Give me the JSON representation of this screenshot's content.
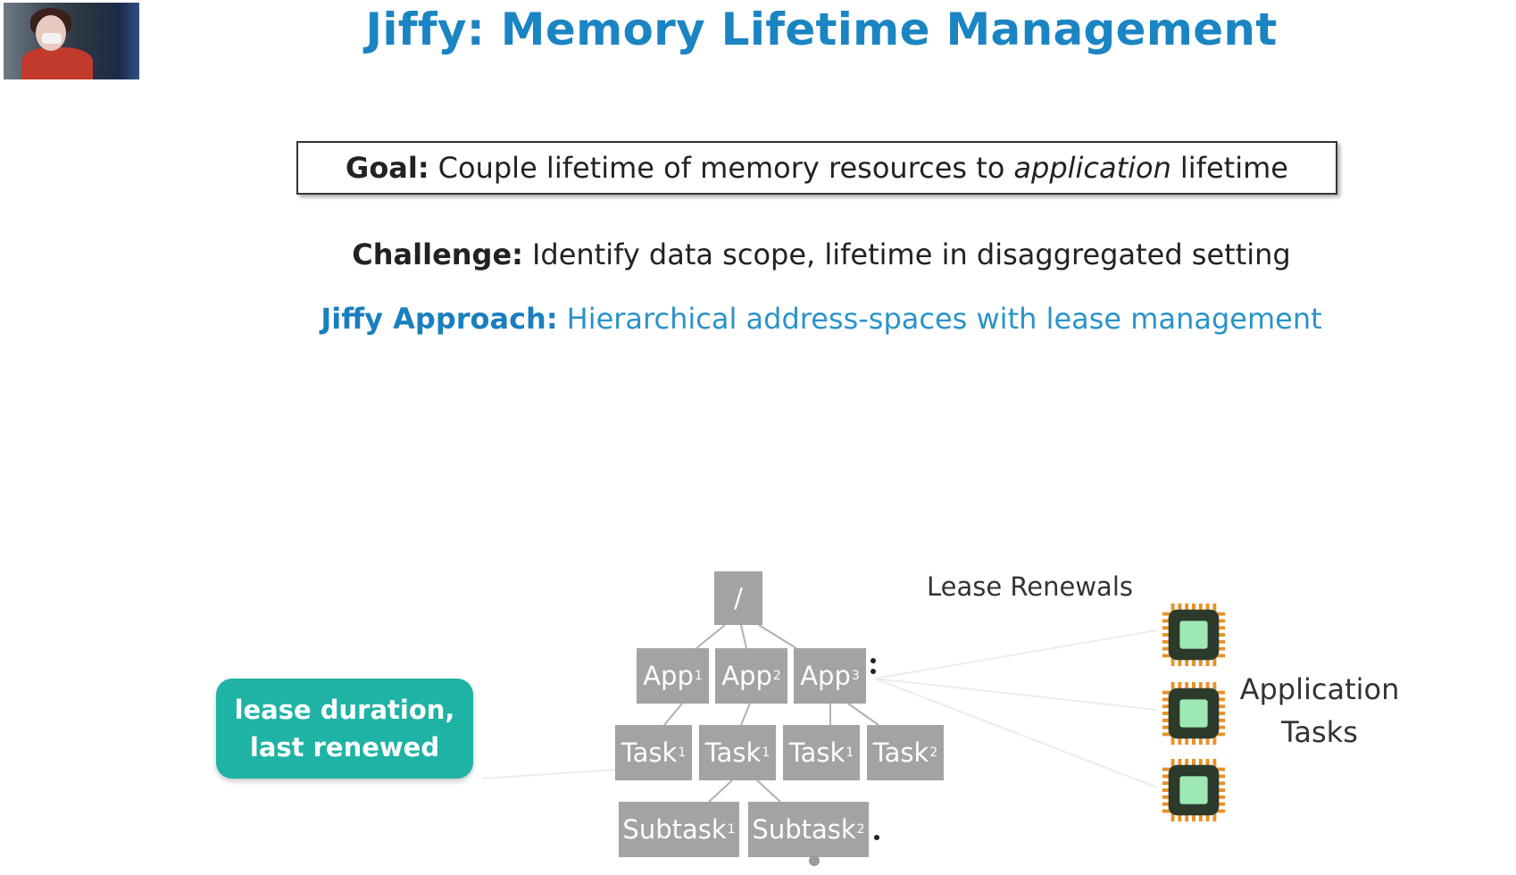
{
  "title": "Jiffy: Memory Lifetime Management",
  "goal": {
    "label": "Goal:",
    "text_before": "Couple lifetime of memory resources to",
    "emphasis": "application",
    "text_after": "lifetime"
  },
  "challenge": {
    "label": "Challenge:",
    "text": "Identify data scope, lifetime in disaggregated setting"
  },
  "approach": {
    "label": "Jiffy Approach:",
    "text": "Hierarchical address-spaces with lease management"
  },
  "lease_box": {
    "line1": "lease duration,",
    "line2": "last renewed"
  },
  "tree": {
    "root": "/",
    "apps": [
      {
        "name": "App",
        "sub": "1"
      },
      {
        "name": "App",
        "sub": "2"
      },
      {
        "name": "App",
        "sub": "3"
      }
    ],
    "tasks": [
      {
        "name": "Task",
        "sub": "1"
      },
      {
        "name": "Task",
        "sub": "1"
      },
      {
        "name": "Task",
        "sub": "1"
      },
      {
        "name": "Task",
        "sub": "2"
      }
    ],
    "subtasks": [
      {
        "name": "Subtask",
        "sub": "1"
      },
      {
        "name": "Subtask",
        "sub": "2"
      }
    ]
  },
  "lease_renewals_label": "Lease Renewals",
  "application_tasks": {
    "line1": "Application",
    "line2": "Tasks"
  },
  "colors": {
    "title": "#1a85c2",
    "approach": "#2a93c9",
    "node": "#a3a3a3",
    "lease_box": "#1fb3a5",
    "chip_body": "#2b3a2b",
    "chip_pins": "#e8912a",
    "chip_core": "#9ee8b4"
  },
  "icons": [
    "cpu-chip-icon",
    "cpu-chip-icon",
    "cpu-chip-icon"
  ]
}
